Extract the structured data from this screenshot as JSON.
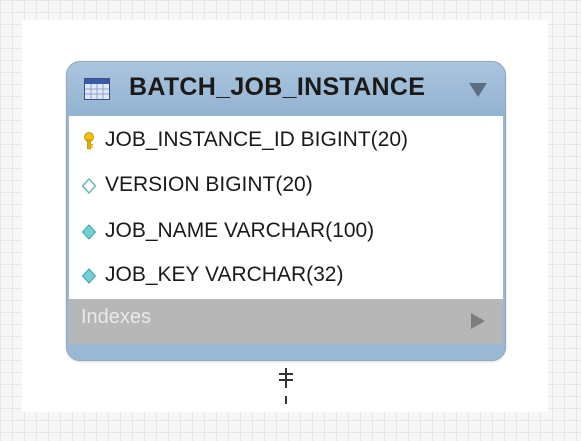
{
  "entity": {
    "title": "BATCH_JOB_INSTANCE",
    "header_color": "#9ab8d3",
    "columns": [
      {
        "name": "JOB_INSTANCE_ID BIGINT(20)",
        "icon": "primary-key-icon",
        "icon_color": "#e8b800"
      },
      {
        "name": "VERSION BIGINT(20)",
        "icon": "nullable-column-icon",
        "icon_color": "#5cc8c8"
      },
      {
        "name": "JOB_NAME VARCHAR(100)",
        "icon": "not-null-column-icon",
        "icon_color": "#5cc8d0"
      },
      {
        "name": "JOB_KEY VARCHAR(32)",
        "icon": "not-null-column-icon",
        "icon_color": "#5cc8d0"
      }
    ],
    "indexes_label": "Indexes"
  }
}
